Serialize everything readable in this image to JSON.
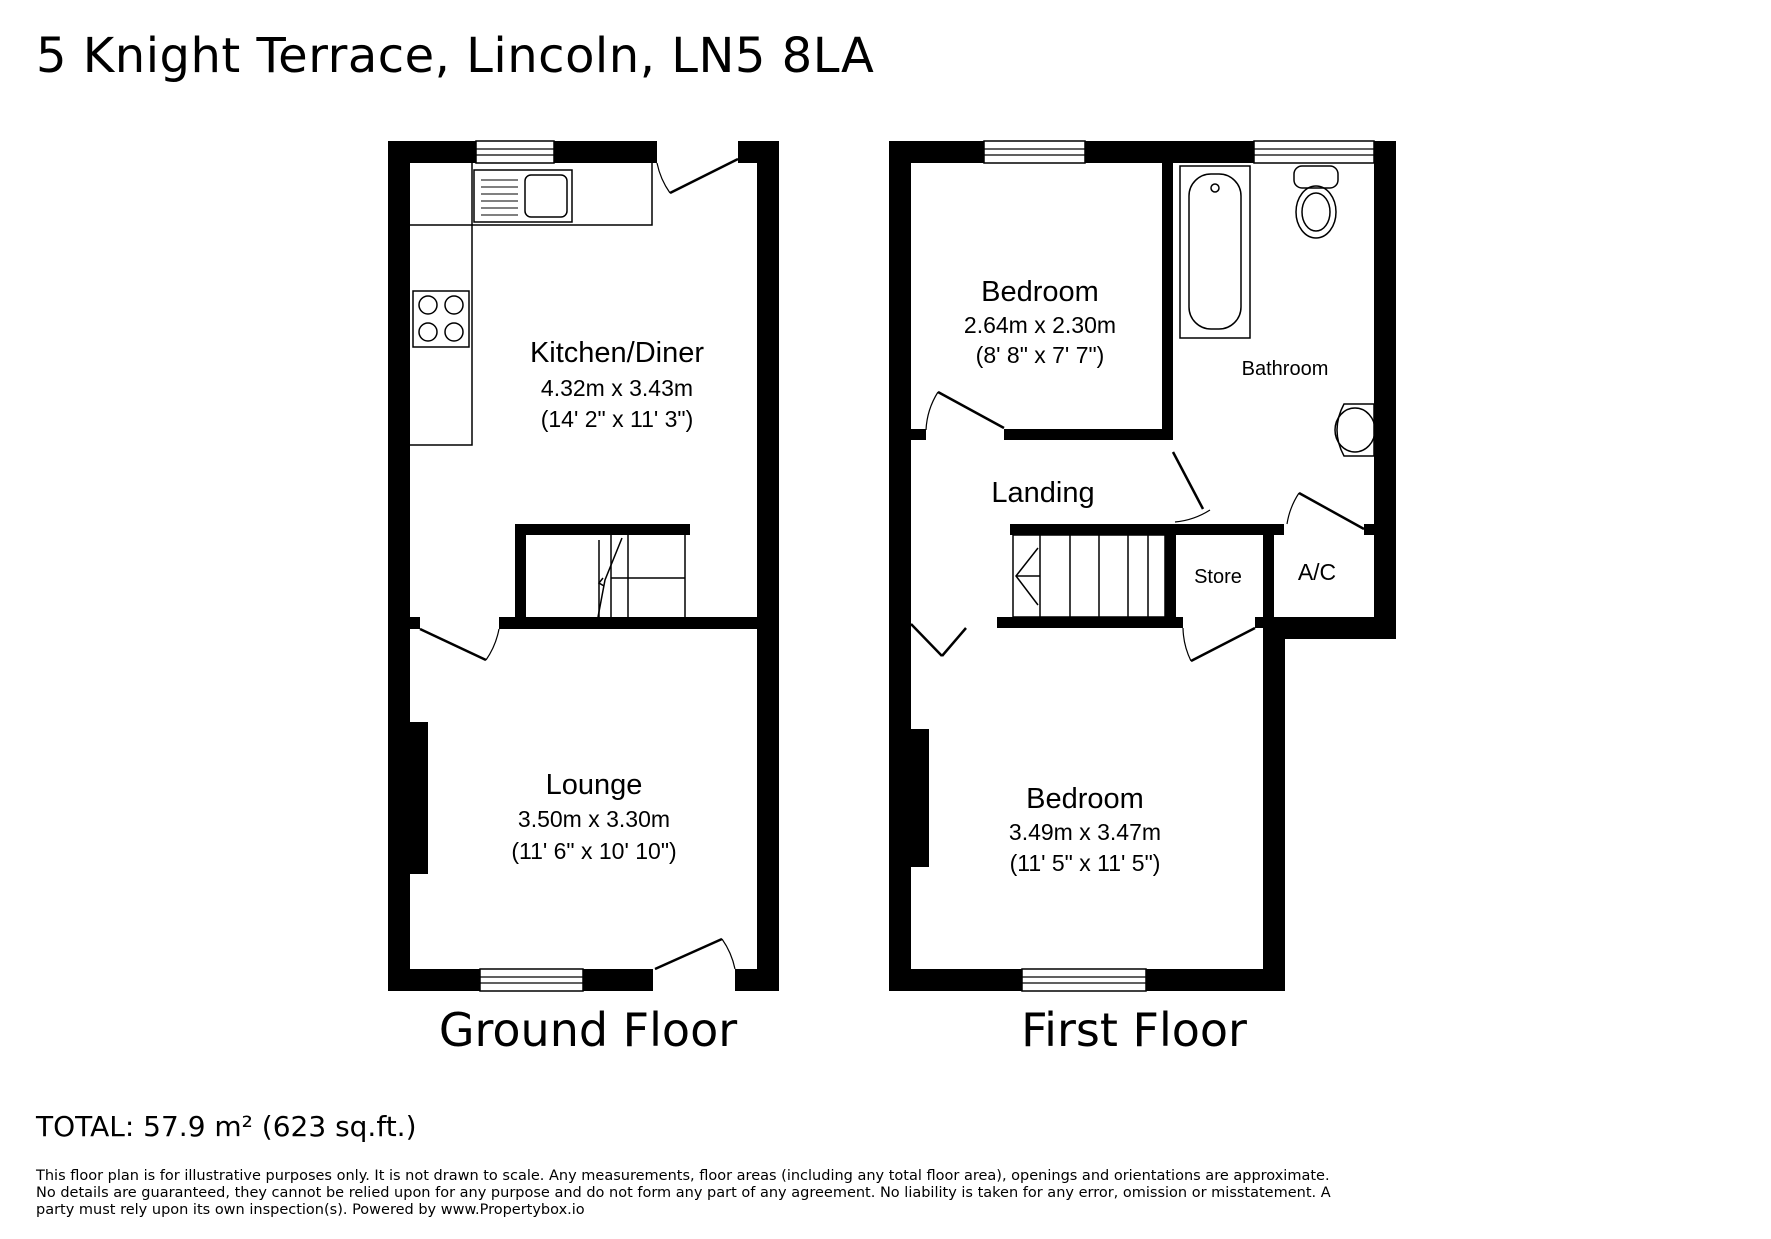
{
  "title": "5 Knight Terrace, Lincoln, LN5 8LA",
  "floors": [
    {
      "name": "Ground Floor",
      "rooms": [
        {
          "name": "Kitchen/Diner",
          "metric": "4.32m x 3.43m",
          "imperial": "(14' 2\" x 11' 3\")"
        },
        {
          "name": "Lounge",
          "metric": "3.50m x 3.30m",
          "imperial": "(11' 6\" x 10' 10\")"
        }
      ]
    },
    {
      "name": "First Floor",
      "rooms": [
        {
          "name": "Bedroom",
          "metric": "2.64m x 2.30m",
          "imperial": "(8' 8\" x 7' 7\")"
        },
        {
          "name": "Bathroom"
        },
        {
          "name": "Landing"
        },
        {
          "name": "Store"
        },
        {
          "name": "A/C"
        },
        {
          "name": "Bedroom",
          "metric": "3.49m x 3.47m",
          "imperial": "(11' 5\" x 11' 5\")"
        }
      ]
    }
  ],
  "total": "TOTAL: 57.9 m² (623 sq.ft.)",
  "disclaimer": "This floor plan is for illustrative purposes only. It is not drawn to scale. Any measurements, floor areas (including any total floor area), openings and orientations are approximate. No details are guaranteed, they cannot be relied upon for any purpose and do not form any part of any agreement. No liability is taken for any error, omission or misstatement. A party must rely upon its own inspection(s). Powered by www.Propertybox.io"
}
